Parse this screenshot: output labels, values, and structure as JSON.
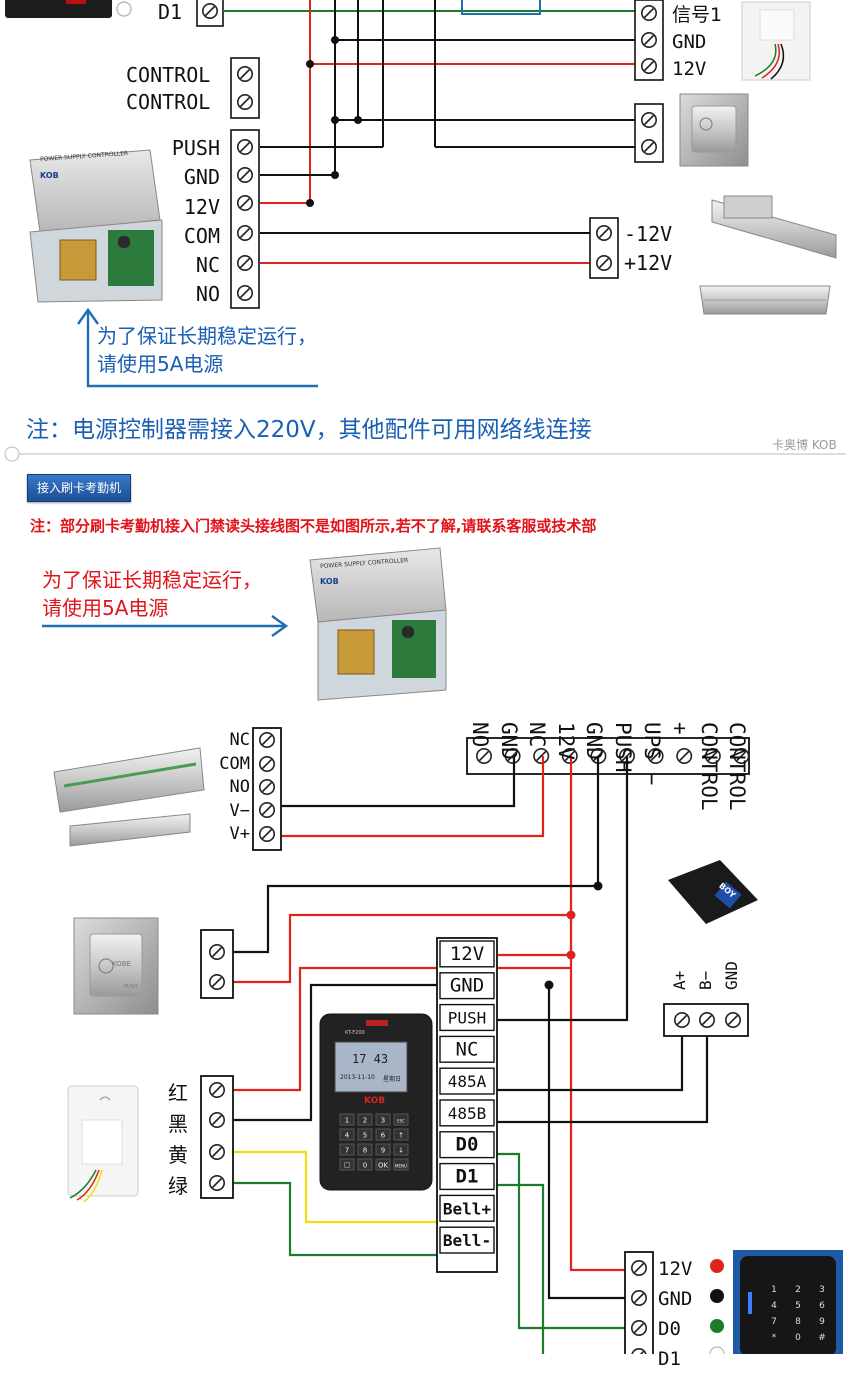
{
  "top": {
    "d1_label": "D1",
    "reader_terms": [
      "信号1",
      "GND",
      "12V"
    ],
    "control_labels": [
      "CONTROL",
      "CONTROL"
    ],
    "psu_terms": [
      "PUSH",
      "GND",
      "12V",
      "COM",
      "NC",
      "NO"
    ],
    "lock_terms": [
      "-12V",
      "+12V"
    ],
    "psu_note_line1": "为了保证长期稳定运行，",
    "psu_note_line2": "请使用5A电源",
    "bottom_note": "注：电源控制器需接入220V，其他配件可用网络线连接",
    "watermark": "卡奥博 KOB"
  },
  "attendance_button": "接入刷卡考勤机",
  "attendance_note": "注：部分刷卡考勤机接入门禁读头接线图不是如图所示,若不了解,请联系客服或技术部",
  "bottom": {
    "psu_note_line1": "为了保证长期稳定运行，",
    "psu_note_line2": "请使用5A电源",
    "psu_terms": [
      "NO",
      "GND",
      "NC",
      "12V",
      "GND",
      "PUSH",
      "UPS −",
      "+",
      "CONTROL",
      "CONTROL"
    ],
    "lock_terms": [
      "NC",
      "COM",
      "NO",
      "V−",
      "V+"
    ],
    "bell_colors": [
      "红",
      "黑",
      "黄",
      "绿"
    ],
    "machine_terms": [
      "12V",
      "GND",
      "PUSH",
      "NC",
      "485A",
      "485B",
      "D0",
      "D1",
      "Bell+",
      "Bell-"
    ],
    "converter_terms": [
      "A+",
      "B−",
      "GND"
    ],
    "reader_terms": [
      "12V",
      "GND",
      "D0",
      "D1"
    ]
  },
  "device": {
    "psu_title": "POWER SUPPLY CONTROLLER",
    "psu_brand": "KOB",
    "button_brand": "KOBE",
    "button_mark": "PUSH",
    "converter_label": "BOY",
    "machine_brand": "KOB",
    "machine_model": "KT-F200",
    "screen_number": "17 43",
    "screen_date": "2013-11-10",
    "screen_week": "星期日",
    "keypad": [
      "1",
      "2",
      "3",
      "ESC",
      "4",
      "5",
      "6",
      "↑",
      "7",
      "8",
      "9",
      "↓",
      "☐",
      "0",
      "OK",
      "MENU"
    ],
    "reader_keys": [
      "1",
      "2",
      "3",
      "4",
      "5",
      "6",
      "7",
      "8",
      "9",
      "*",
      "0",
      "#"
    ]
  },
  "colors": {
    "red": "#e0241c",
    "black": "#111111",
    "green": "#1b7d2c",
    "yellow": "#f2dd10",
    "blue": "#1e6fb5",
    "note_blue": "#1a5fb4",
    "note_red": "#e1141b"
  }
}
